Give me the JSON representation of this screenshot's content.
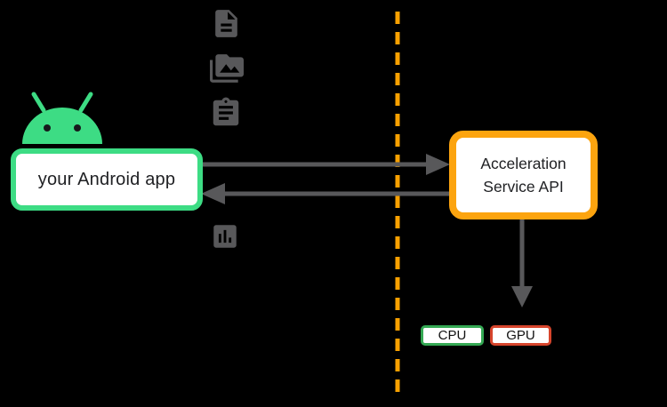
{
  "diagram": {
    "background": "#000000",
    "android_head": {
      "name": "android-robot-head",
      "color": "#3DDC84",
      "eye_color": "#17191C"
    },
    "android_app": {
      "label": "your Android app",
      "border_color": "#3DDC84",
      "bg": "#FFFFFF",
      "text_color": "#202124"
    },
    "acceleration_service": {
      "label": "Acceleration Service API",
      "border_color": "#FCA40F",
      "bg": "#FFFFFF",
      "text_color": "#202124"
    },
    "cpu_chip": {
      "label": "CPU",
      "border_color": "#34A853"
    },
    "gpu_chip": {
      "label": "GPU",
      "border_color": "#D7452C"
    },
    "divider": {
      "color": "#F9A100",
      "style": "dashed-vertical"
    },
    "arrow_color": "#58585A",
    "icon_color": "#58585A",
    "icons": [
      {
        "name": "document-icon"
      },
      {
        "name": "media-library-icon"
      },
      {
        "name": "clipboard-icon"
      },
      {
        "name": "bar-chart-icon"
      }
    ]
  }
}
